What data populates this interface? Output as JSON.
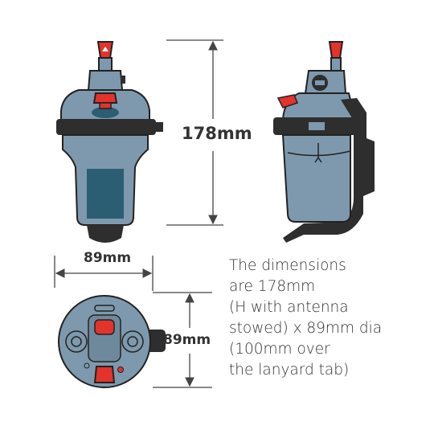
{
  "labels": {
    "height": "178mm",
    "width": "89mm",
    "depth": "89mm"
  },
  "description": {
    "lines": [
      "The dimensions",
      "are 178mm",
      "(H with antenna",
      "stowed) x 89mm dia",
      "(100mm over",
      "the lanyard tab)"
    ]
  },
  "colors": {
    "body": "#7e99ad",
    "body_shadow": "#6a8599",
    "panel": "#2b5d73",
    "strap": "#2e2e2e",
    "accent_red": "#e2332c",
    "outline": "#222222",
    "dimension_line": "#444444",
    "text": "#333333"
  }
}
